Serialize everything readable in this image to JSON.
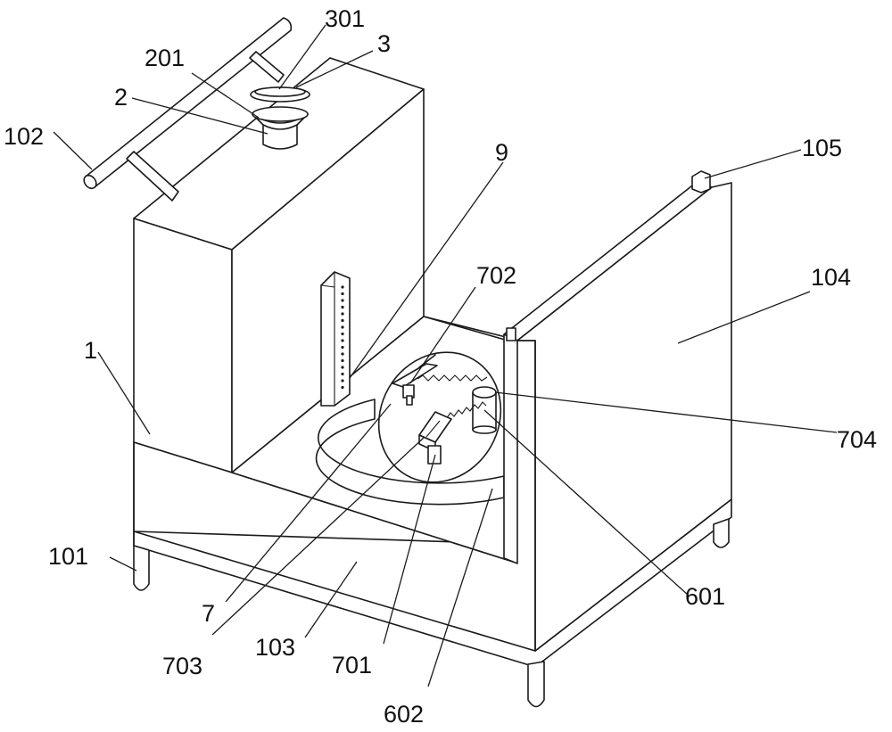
{
  "labels": {
    "l1": "1",
    "l2": "2",
    "l3": "3",
    "l7": "7",
    "l9": "9",
    "l101": "101",
    "l102": "102",
    "l103": "103",
    "l104": "104",
    "l105": "105",
    "l201": "201",
    "l301": "301",
    "l601": "601",
    "l602": "602",
    "l701": "701",
    "l702": "702",
    "l703": "703",
    "l704": "704"
  }
}
